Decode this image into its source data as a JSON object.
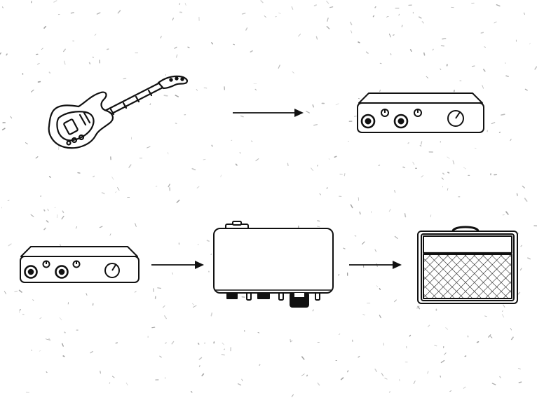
{
  "diagram": {
    "background_color": "#ffffff",
    "stroke_color": "#111111",
    "speck_color": "#8a8a8a",
    "row1": {
      "nodes": [
        {
          "id": "guitar",
          "icon": "electric-guitar-icon"
        },
        {
          "id": "audio-interface-1",
          "icon": "audio-interface-icon"
        }
      ],
      "connections": [
        {
          "from": "guitar",
          "to": "audio-interface-1"
        }
      ]
    },
    "row2": {
      "nodes": [
        {
          "id": "audio-interface-2",
          "icon": "audio-interface-icon"
        },
        {
          "id": "reamp-box",
          "icon": "reamp-box-icon"
        },
        {
          "id": "guitar-amp",
          "icon": "guitar-amp-combo-icon"
        }
      ],
      "connections": [
        {
          "from": "audio-interface-2",
          "to": "reamp-box"
        },
        {
          "from": "reamp-box",
          "to": "guitar-amp"
        }
      ]
    }
  }
}
